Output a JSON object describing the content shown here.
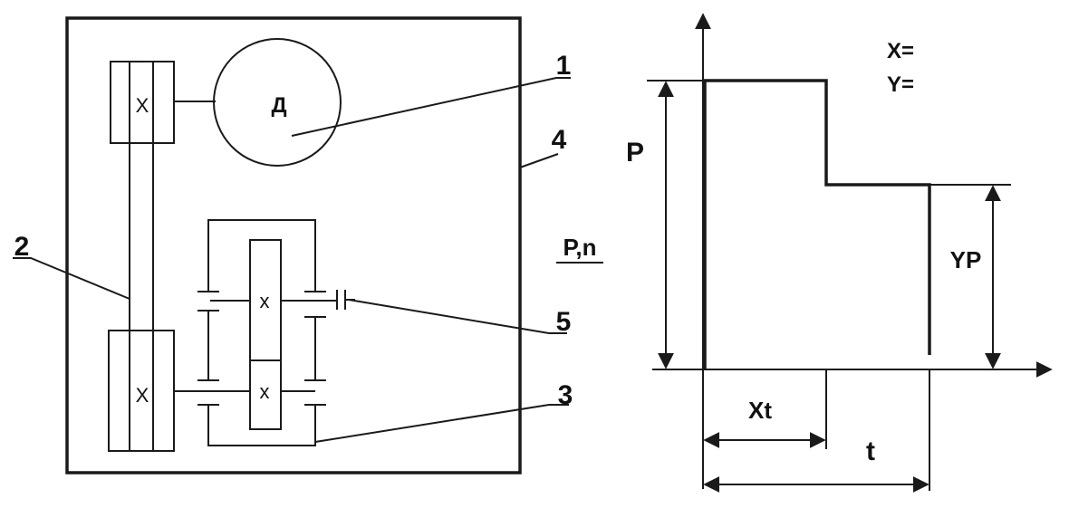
{
  "scheme": {
    "motor_symbol": "Д",
    "pulley_mark": "X",
    "gear_mark": "x",
    "power_label": "P,n",
    "callouts": [
      "1",
      "2",
      "3",
      "4",
      "5"
    ]
  },
  "load_graph": {
    "x_eq": "X=",
    "y_eq": "Y=",
    "label_P": "P",
    "label_YP": "YP",
    "label_Xt": "Xt",
    "label_t": "t"
  }
}
